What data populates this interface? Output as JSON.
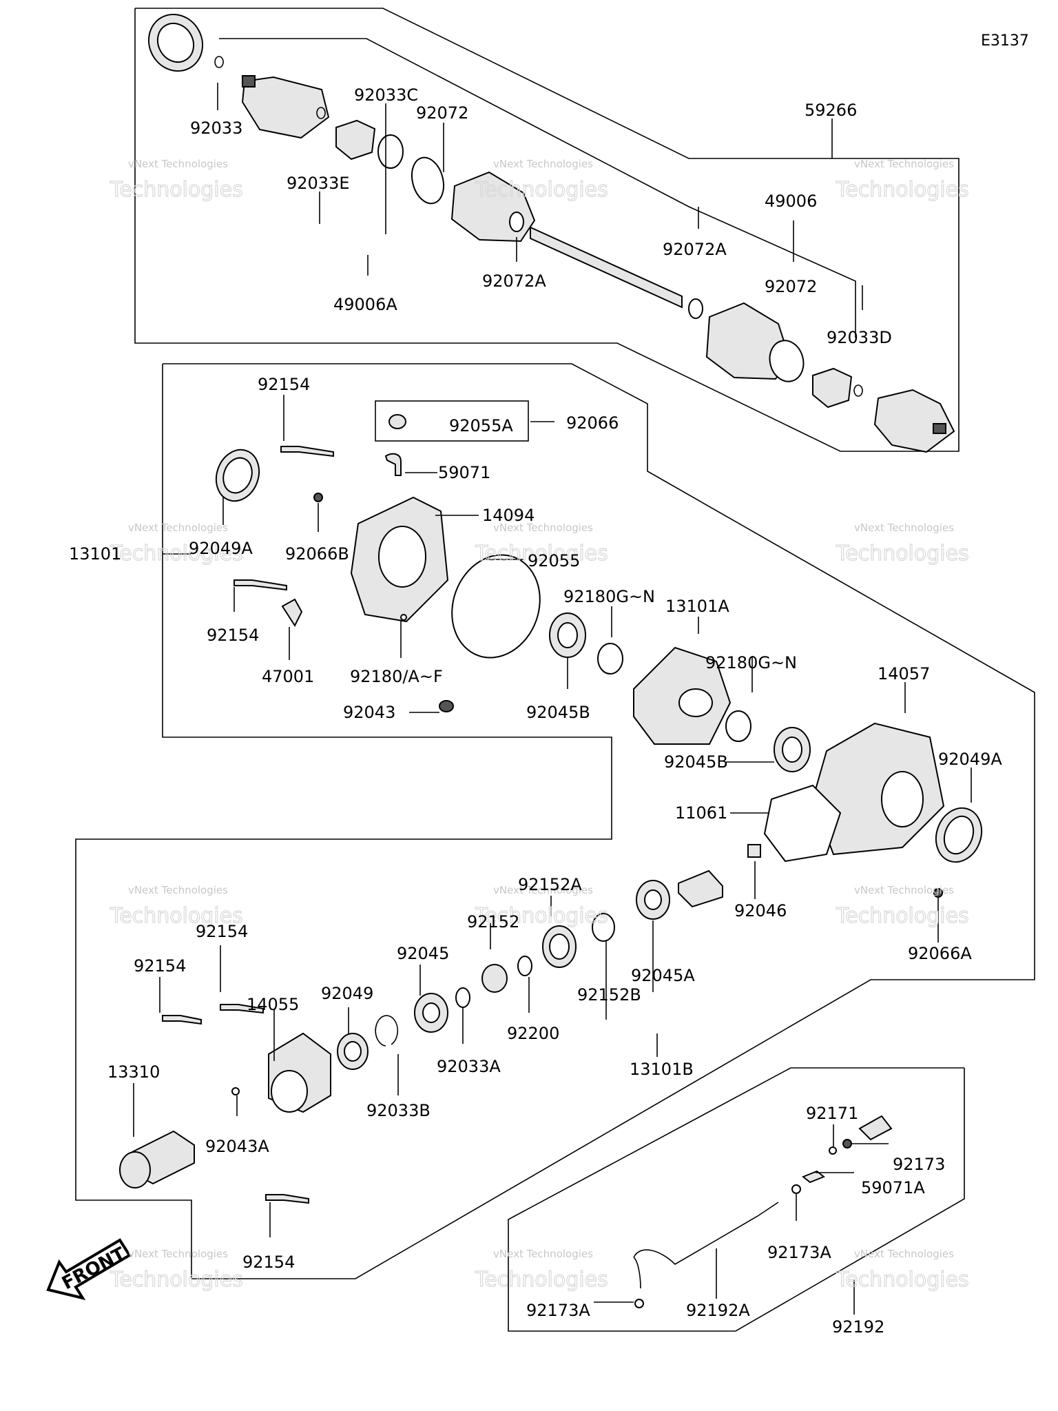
{
  "diagram_code": "E3137",
  "front_label": "FRONT",
  "watermark": {
    "line1": "vNext Technologies",
    "line2": "Technologies"
  },
  "parts": {
    "p92033": "92033",
    "p92033C": "92033C",
    "p92072_top": "92072",
    "p59266": "59266",
    "p92033E": "92033E",
    "p49006": "49006",
    "p92072A_mid": "92072A",
    "p92072A_low": "92072A",
    "p92072_right": "92072",
    "p49006A": "49006A",
    "p92033D": "92033D",
    "p92154_a": "92154",
    "p92055A": "92055A",
    "p92066": "92066",
    "p59071": "59071",
    "p14094": "14094",
    "p13101": "13101",
    "p92049A_left": "92049A",
    "p92066B": "92066B",
    "p92055": "92055",
    "p92180GN_a": "92180G~N",
    "p13101A": "13101A",
    "p92154_b": "92154",
    "p92180GN_b": "92180G~N",
    "p47001": "47001",
    "p92180AF": "92180/A~F",
    "p14057": "14057",
    "p92043": "92043",
    "p92045B_a": "92045B",
    "p92045B_b": "92045B",
    "p92049A_right": "92049A",
    "p11061": "11061",
    "p92046": "92046",
    "p92152A": "92152A",
    "p92152": "92152",
    "p92066A": "92066A",
    "p92154_c": "92154",
    "p92045": "92045",
    "p92045A": "92045A",
    "p92154_d": "92154",
    "p92049": "92049",
    "p14055": "14055",
    "p92152B": "92152B",
    "p92200": "92200",
    "p92033A": "92033A",
    "p13101B": "13101B",
    "p13310": "13310",
    "p92033B": "92033B",
    "p92043A": "92043A",
    "p92171": "92171",
    "p92173": "92173",
    "p59071A": "59071A",
    "p92154_e": "92154",
    "p92173A_a": "92173A",
    "p92173A_b": "92173A",
    "p92192A": "92192A",
    "p92192": "92192"
  }
}
